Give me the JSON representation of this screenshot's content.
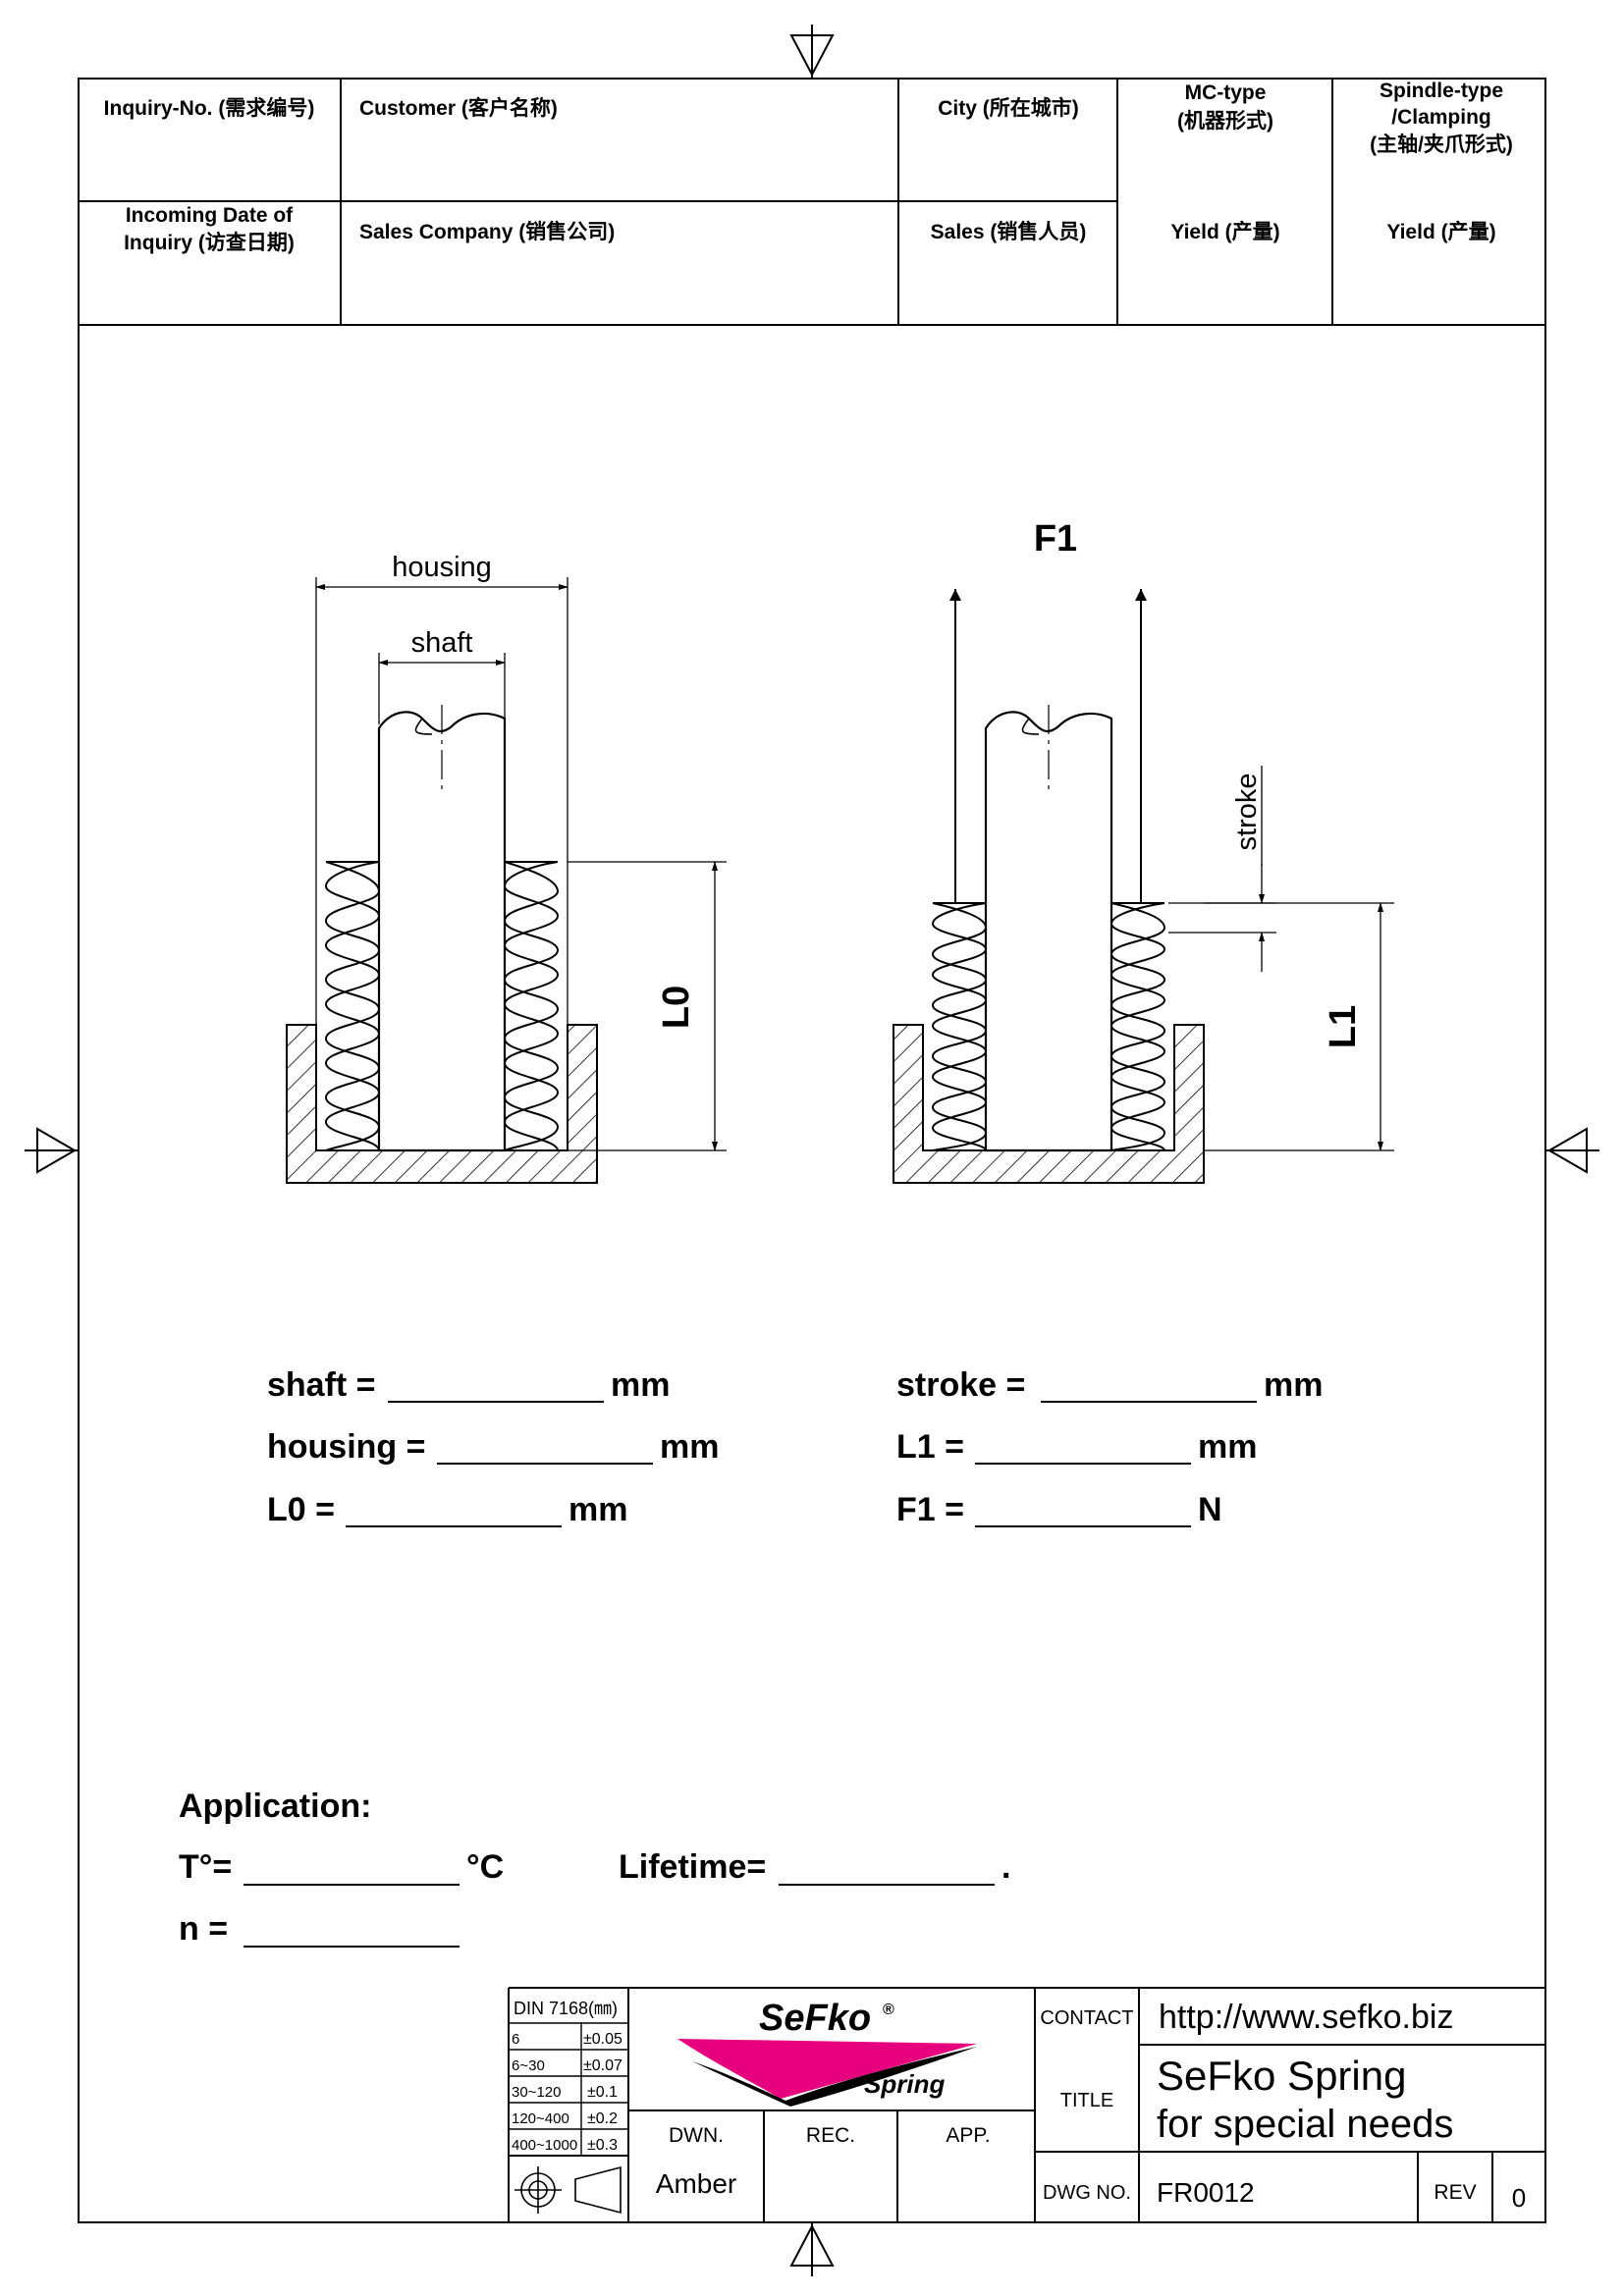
{
  "header": {
    "inquiry_no": "Inquiry-No. (需求编号)",
    "customer": "Customer (客户名称)",
    "city": "City (所在城市)",
    "mc_type_1": "MC-type",
    "mc_type_2": "(机器形式)",
    "spindle_type_1": "Spindle-type",
    "spindle_type_2": "/Clamping",
    "spindle_type_3": "(主轴/夹爪形式)",
    "incoming_date_1": "Incoming Date of",
    "incoming_date_2": "Inquiry (访查日期)",
    "sales_company": "Sales Company (销售公司)",
    "sales": "Sales (销售人员)",
    "yield_1": "Yield (产量)",
    "yield_2": "Yield (产量)"
  },
  "diagram": {
    "housing_label": "housing",
    "shaft_label": "shaft",
    "l0_label": "L0",
    "f1_label": "F1",
    "stroke_label": "stroke",
    "l1_label": "L1"
  },
  "fields": {
    "shaft_label": "shaft =",
    "shaft_unit": "mm",
    "housing_label": "housing =",
    "housing_unit": "mm",
    "l0_label": "L0 =",
    "l0_unit": "mm",
    "stroke_label": "stroke =",
    "stroke_unit": "mm",
    "l1_label": "L1 =",
    "l1_unit": "mm",
    "f1_label": "F1 =",
    "f1_unit": "N"
  },
  "application": {
    "title": "Application:",
    "temp_label": "T°=",
    "temp_unit": "°C",
    "lifetime_label": "Lifetime=",
    "lifetime_suffix": ".",
    "n_label": "n ="
  },
  "title_block": {
    "din_title": "DIN 7168(㎜)",
    "tolerances": [
      {
        "range": "6",
        "tol": "±0.05"
      },
      {
        "range": "6~30",
        "tol": "±0.07"
      },
      {
        "range": "30~120",
        "tol": "±0.1"
      },
      {
        "range": "120~400",
        "tol": "±0.2"
      },
      {
        "range": "400~1000",
        "tol": "±0.3"
      }
    ],
    "logo_text": "SeFko",
    "logo_reg": "®",
    "logo_sub": "Spring",
    "dwn_label": "DWN.",
    "rec_label": "REC.",
    "app_label": "APP.",
    "dwn_value": "Amber",
    "contact_label": "CONTACT",
    "contact_value": "http://www.sefko.biz",
    "title_label": "TITLE",
    "title_line1": "SeFko Spring",
    "title_line2": "for special needs",
    "dwg_label": "DWG NO.",
    "dwg_value": "FR0012",
    "rev_label": "REV",
    "rev_value": "0"
  },
  "colors": {
    "logo_magenta": "#e6007e",
    "line": "#000000"
  }
}
